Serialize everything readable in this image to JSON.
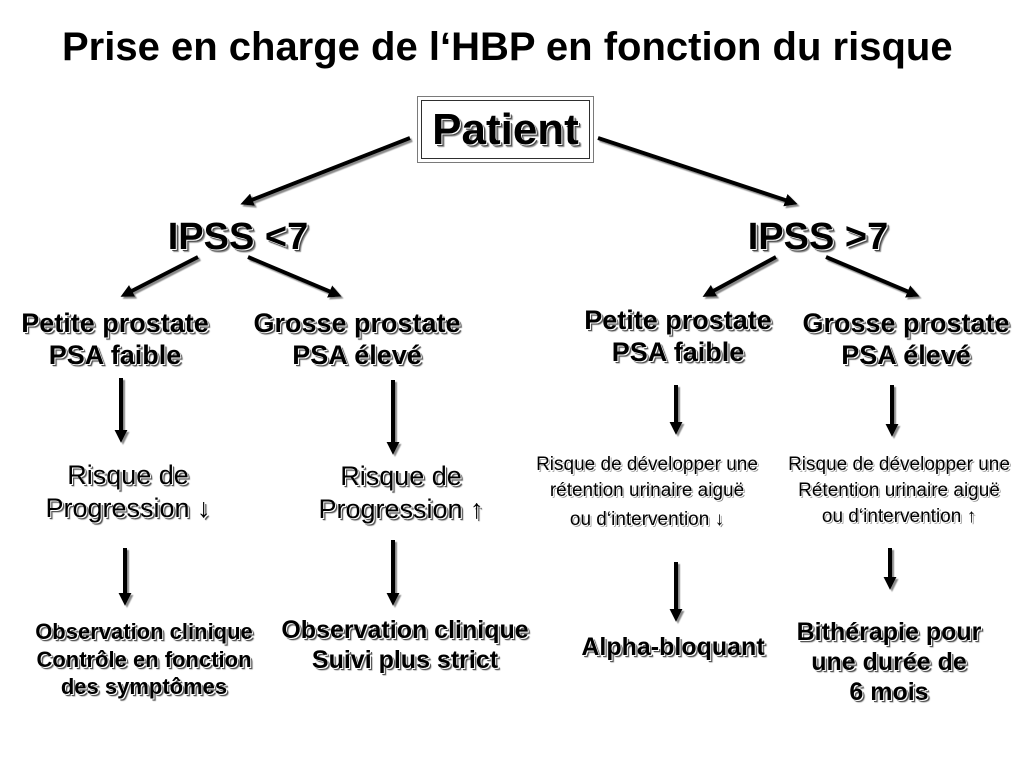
{
  "title": "Prise en charge de l‘HBP en fonction du risque",
  "root": {
    "label": "Patient"
  },
  "branches": [
    {
      "label": "IPSS <7",
      "children": [
        {
          "profile": [
            "Petite prostate",
            "PSA faible"
          ],
          "risk": [
            "Risque de",
            "Progression ↓"
          ],
          "management": [
            "Observation clinique",
            "Contrôle en fonction",
            "des symptômes"
          ]
        },
        {
          "profile": [
            "Grosse prostate",
            "PSA élevé"
          ],
          "risk": [
            "Risque de",
            "Progression ↑"
          ],
          "management": [
            "Observation clinique",
            "Suivi plus strict"
          ]
        }
      ]
    },
    {
      "label": "IPSS >7",
      "children": [
        {
          "profile": [
            "Petite prostate",
            "PSA faible"
          ],
          "risk": [
            "Risque de développer une",
            "rétention urinaire aiguë",
            "ou d‘intervention ↓"
          ],
          "management": [
            "Alpha-bloquant"
          ]
        },
        {
          "profile": [
            "Grosse prostate",
            "PSA élevé"
          ],
          "risk": [
            "Risque de développer une",
            "Rétention urinaire aiguë",
            "ou d‘intervention ↑"
          ],
          "management": [
            "Bithérapie pour",
            "une durée de",
            "6 mois"
          ]
        }
      ]
    }
  ]
}
